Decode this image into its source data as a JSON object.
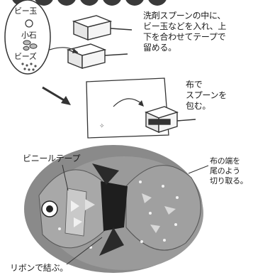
{
  "materials": {
    "marble": "ビー玉",
    "pebble": "小石",
    "beads": "ビーズ"
  },
  "steps": {
    "step1": [
      "洗剤スプーンの中に、",
      "ビー玉などを入れ、上",
      "下を合わせてテープで",
      "留める。"
    ],
    "step2": [
      "布で",
      "スプーンを",
      "包む。"
    ]
  },
  "labels": {
    "vinyl_tape": "ビニールテープ",
    "cloth_edge": [
      "布の端を",
      "尾のよう",
      "切り取る。"
    ],
    "ribbon": "リボンで結ぶ。"
  }
}
